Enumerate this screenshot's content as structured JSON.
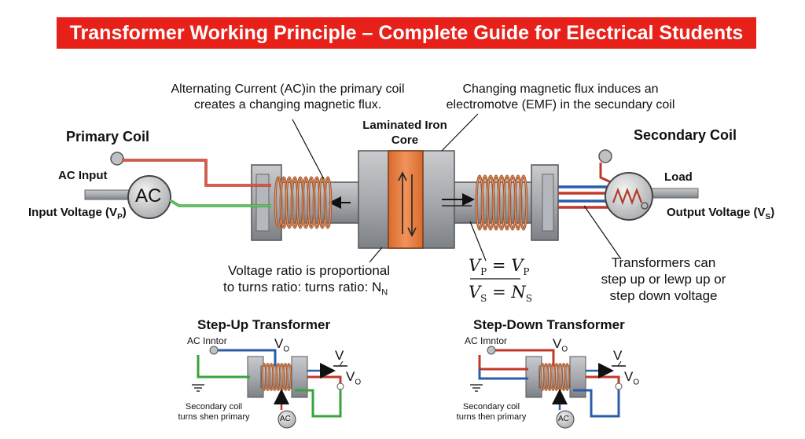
{
  "title": "Transformer Working Principle – Complete Guide for Electrical Students",
  "labels": {
    "primary_coil": "Primary Coil",
    "secondary_coil": "Secondary Coil",
    "ac_input": "AC Input",
    "input_voltage": "Input Voltage (V",
    "input_voltage_sub": "P",
    "output_voltage": "Output Voltage (V",
    "output_voltage_sub": "S",
    "ac_symbol": "AC",
    "load": "Load",
    "core_line1": "Laminated Iron",
    "core_line2": "Core"
  },
  "annotations": {
    "primary_note_line1": "Alternating Current (AC)in the primary coil",
    "primary_note_line2": "creates a changing magnetic flux.",
    "secondary_note_line1": "Changing magnetic flux induces an",
    "secondary_note_line2": "electromotve (EMF) in the secundary coil",
    "ratio_note_line1": "Voltage ratio is proportional",
    "ratio_note_line2": "to turns ratio: turns ratio: N",
    "ratio_note_sub": "N",
    "transformers_line1": "Transformers can",
    "transformers_line2": "step up or lewp up or",
    "transformers_line3": "step down voltage"
  },
  "equation": {
    "top_left": "V",
    "top_left_sub": "P",
    "top_eq": " = V",
    "top_right_sub": "P",
    "bottom_left": "V",
    "bottom_left_sub": "S",
    "bottom_eq": " = N",
    "bottom_right_sub": "S"
  },
  "step_up": {
    "title": "Step-Up Transformer",
    "input_label": "AC Inntor",
    "vo_top": "V",
    "vo_top_sub": "O",
    "v_arrow": "V",
    "vo_out": "V",
    "vo_out_sub": "O",
    "note_line1": "Secondary coil",
    "note_line2": "turns shen primary",
    "ac": "AC"
  },
  "step_down": {
    "title": "Step-Down Transformer",
    "input_label": "AC Imntor",
    "vo_top": "V",
    "vo_top_sub": "O",
    "v_arrow": "V",
    "vo_out": "V",
    "vo_out_sub": "O",
    "note_line1": "Secondary coil",
    "note_line2": "turns then primary",
    "ac": "AC"
  },
  "colors": {
    "banner": "#e8201a",
    "copper": "#b8633a",
    "core_orange": "#e47a3f",
    "wire_red": "#c0392b",
    "wire_blue": "#2a5da8",
    "wire_green": "#3aa33a",
    "steel": "#9a9da1"
  }
}
